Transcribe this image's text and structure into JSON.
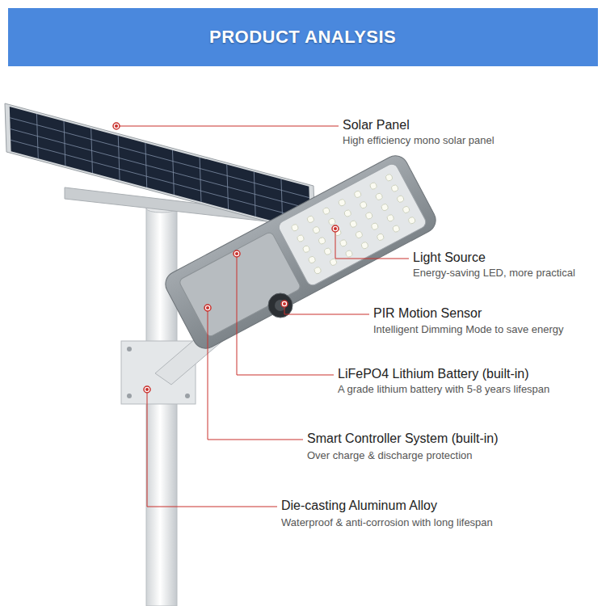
{
  "diagram": {
    "title": "PRODUCT ANALYSIS",
    "labels": [
      "Solar Panel",
      "High efficiency mono solar panel",
      "Light Source",
      "Energy-saving LED, more practical",
      "PIR Motion Sensor",
      "Intelligent Dimming Mode to save energy",
      "LiFePO4 Lithium Battery (built-in)",
      "A grade lithium battery with 5-8 years lifespan",
      "Smart Controller System (built-in)",
      "Over charge & discharge protection",
      "Die-casting Aluminum Alloy",
      "Waterproof & anti-corrosion with long lifespan"
    ]
  }
}
